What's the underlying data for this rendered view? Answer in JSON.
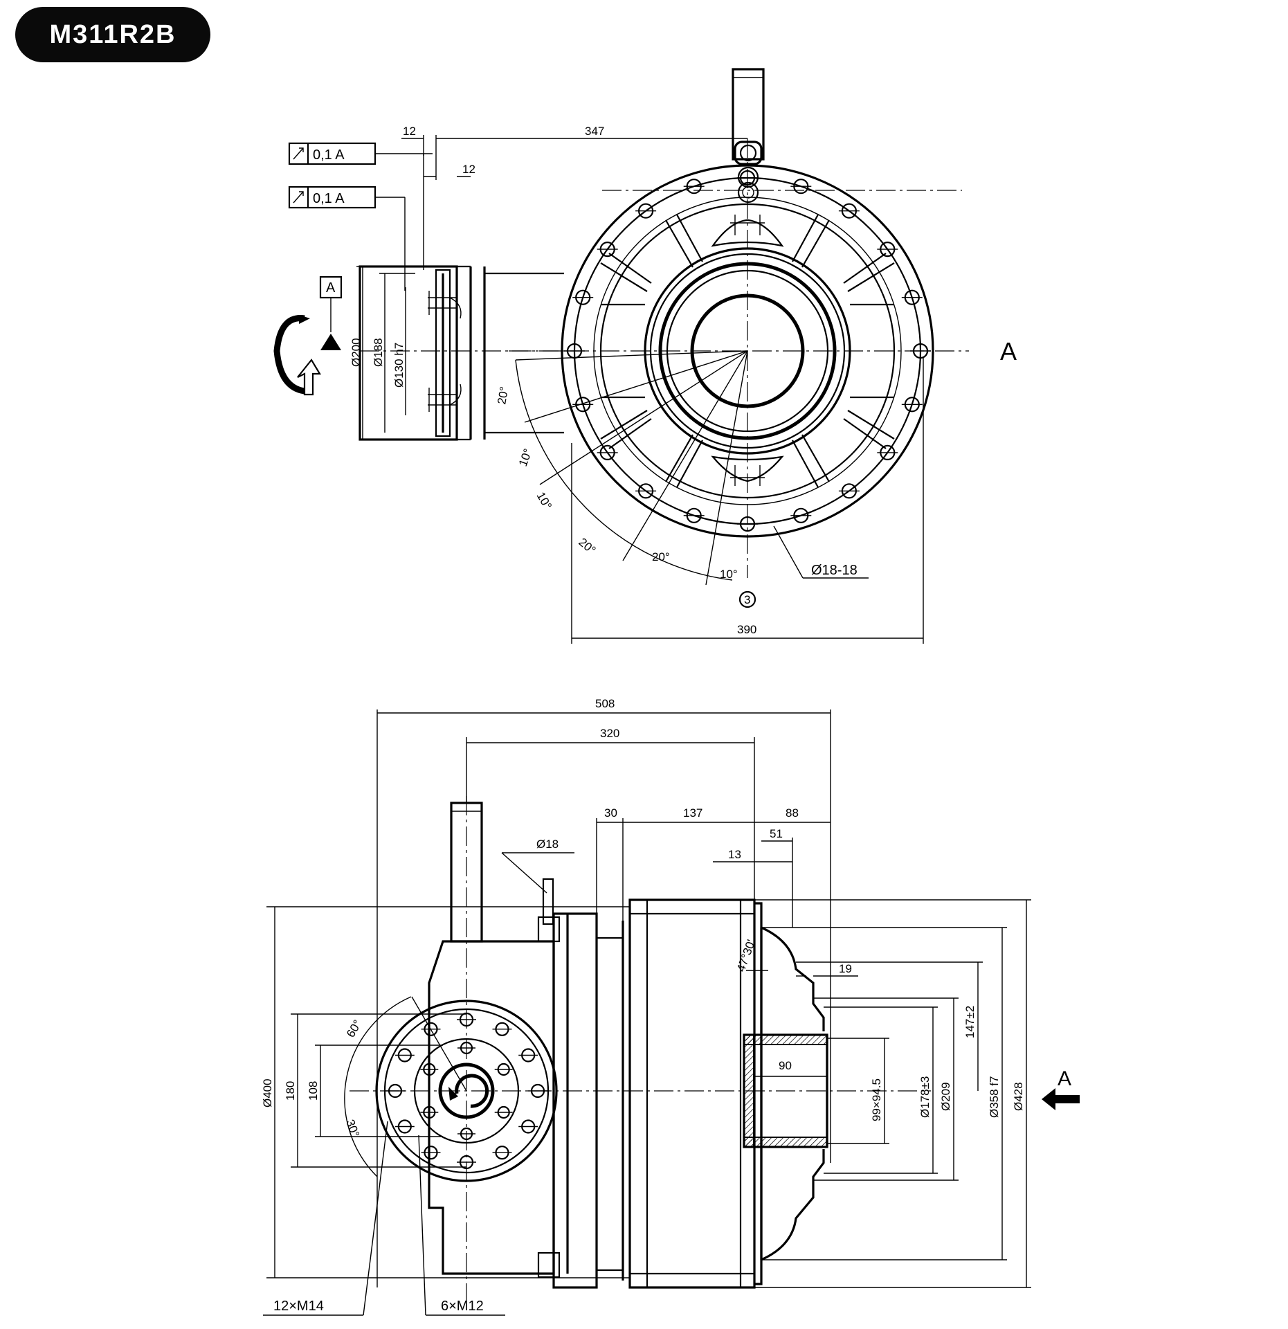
{
  "title": "M311R2B",
  "view_markers": {
    "view_right": "A",
    "view_arrow": "A",
    "datum": "A"
  },
  "tolerances": {
    "face_runout": "0,1 A",
    "radial_runout": "0,1 A"
  },
  "top_view": {
    "dim_flange_width": "12",
    "dim_flange_offset": "12",
    "dim_shaft_to_center": "347",
    "dim_width": "390",
    "dia_outer": "Ø200",
    "dia_pitch": "Ø188",
    "dia_pilot": "Ø130 h7",
    "angle_a": "20°",
    "angle_b": "10°",
    "angle_c": "10°",
    "angle_d": "20°",
    "angle_e": "20°",
    "angle_f": "10°",
    "hole_spec": "Ø18-18",
    "balloon": "3"
  },
  "side_view": {
    "dim_overall": "508",
    "dim_body": "320",
    "dim_30": "30",
    "dim_137": "137",
    "dim_88": "88",
    "dim_51": "51",
    "dim_13": "13",
    "dim_19": "19",
    "dim_90": "90",
    "pin": "Ø18",
    "chamfer": "47°30'",
    "dia_400": "Ø400",
    "dim_180": "180",
    "dim_108": "108",
    "ang_60": "60°",
    "ang_30": "30°",
    "spline": "99×94.5",
    "dia_178": "Ø178±3",
    "dia_209": "Ø209",
    "dim_147": "147±2",
    "dia_358": "Ø358 f7",
    "dia_428": "Ø428",
    "thread_a": "12×M14",
    "thread_b": "6×M12"
  }
}
